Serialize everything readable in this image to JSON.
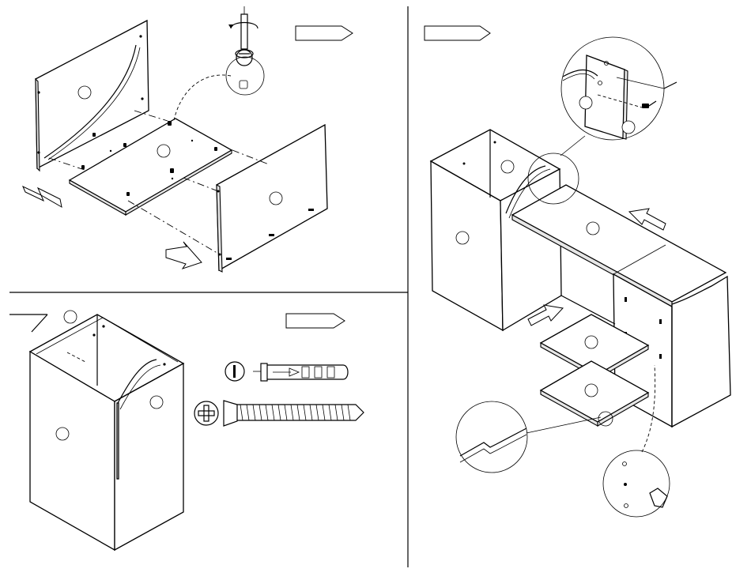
{
  "step_markers": [
    {
      "id": "step-1",
      "text": ""
    },
    {
      "id": "step-2",
      "text": ""
    },
    {
      "id": "step-3",
      "text": ""
    }
  ],
  "part_labels": [
    "",
    "",
    "",
    "",
    "",
    "",
    "",
    "",
    "",
    "",
    "",
    "",
    "",
    "",
    ""
  ],
  "hardware": [
    "cam-lock",
    "screwdriver",
    "plastic-dowel",
    "wood-screw",
    "shelf-pin"
  ],
  "colors": {
    "line": "#000000",
    "background": "#ffffff",
    "edge_fill": "#e6e6e6"
  }
}
